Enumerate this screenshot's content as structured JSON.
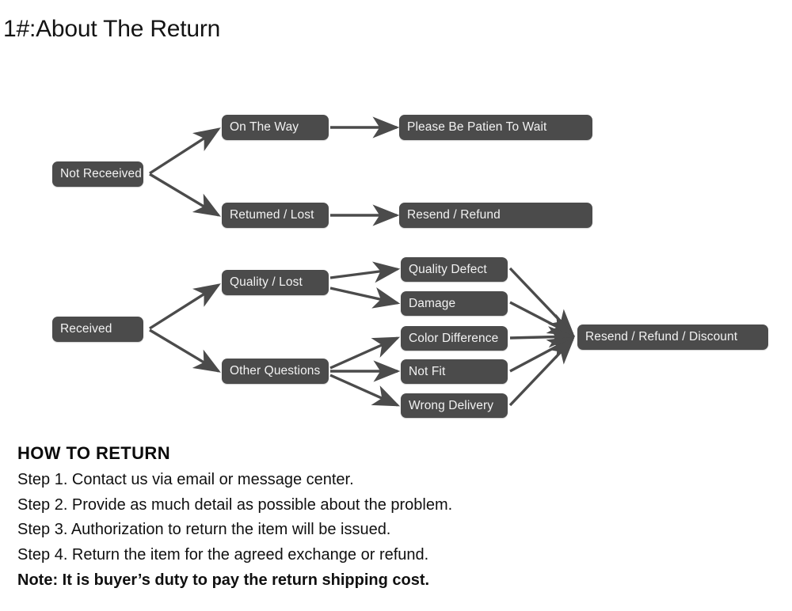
{
  "page": {
    "title": "1#:About The Return",
    "background_color": "#ffffff",
    "node_color": "#4b4b4b",
    "node_text_color": "#f2f2f2",
    "arrow_color": "#4b4b4b"
  },
  "flowchart": {
    "type": "diagram",
    "branch_not_received": {
      "root": "Not Receeived",
      "options": [
        {
          "label": "On The Way",
          "result": "Please Be Patien To Wait"
        },
        {
          "label": "Retumed / Lost",
          "result": "Resend / Refund"
        }
      ]
    },
    "branch_received": {
      "root": "Received",
      "categories": [
        {
          "label": "Quality / Lost",
          "issues": [
            "Quality Defect",
            "Damage"
          ]
        },
        {
          "label": "Other Questions",
          "issues": [
            "Color Difference",
            "Not Fit",
            "Wrong Delivery"
          ]
        }
      ],
      "result": "Resend / Refund / Discount"
    },
    "nodes": {
      "not_received": "Not Receeived",
      "on_the_way": "On The Way",
      "returned_lost": "Retumed / Lost",
      "please_wait": "Please Be Patien To Wait",
      "resend_refund": "Resend / Refund",
      "received": "Received",
      "quality_lost": "Quality / Lost",
      "other_questions": "Other Questions",
      "quality_defect": "Quality Defect",
      "damage": "Damage",
      "color_difference": "Color Difference",
      "not_fit": "Not Fit",
      "wrong_delivery": "Wrong Delivery",
      "resend_refund_discount": "Resend / Refund / Discount"
    }
  },
  "howto": {
    "heading": "HOW TO RETURN",
    "steps": [
      "Step 1. Contact us via email or message center.",
      "Step 2. Provide as much detail as possible about the problem.",
      "Step 3. Authorization to return the item will be issued.",
      "Step 4. Return the item for the agreed exchange or refund."
    ],
    "note": "Note: It is buyer’s duty to pay the return shipping cost."
  }
}
